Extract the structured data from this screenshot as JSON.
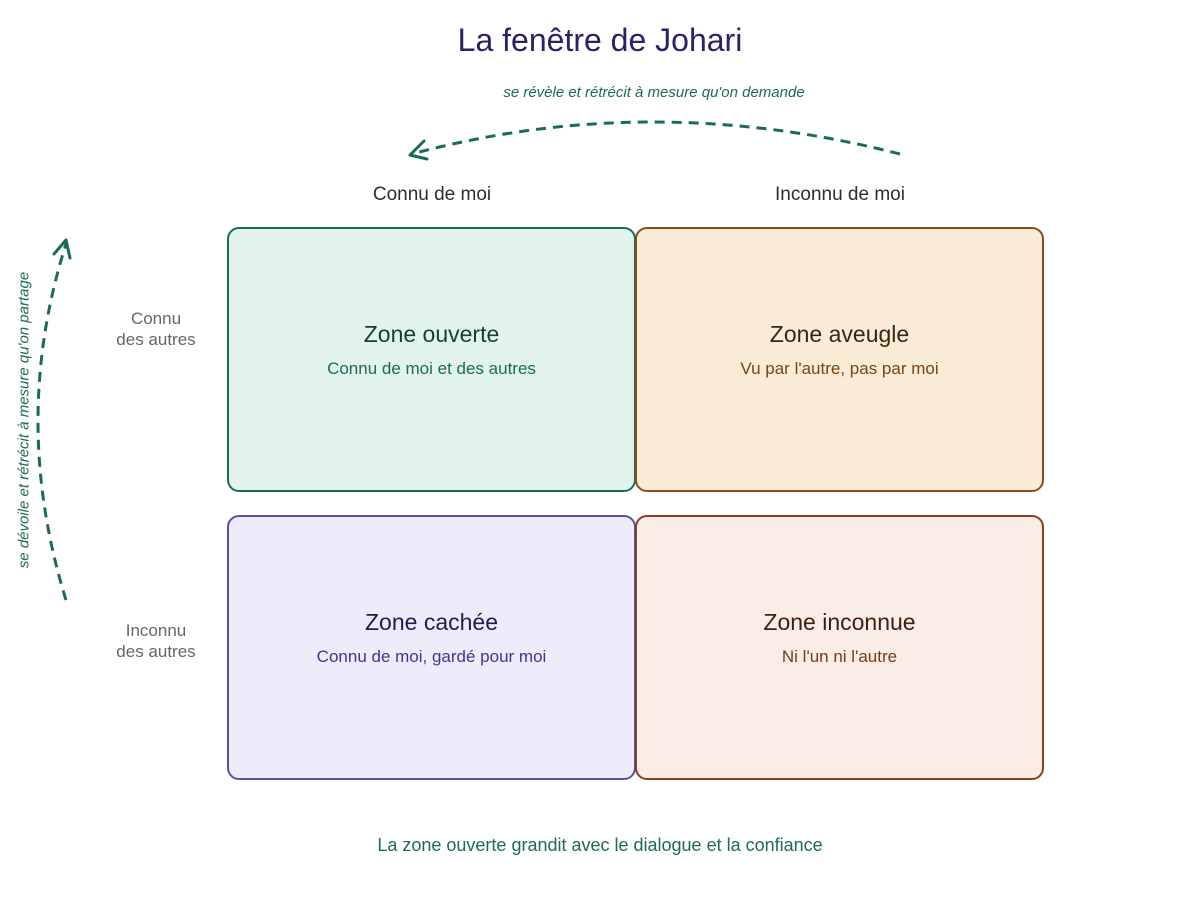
{
  "title": "La fenêtre de Johari",
  "top_arrow_label": "se révèle et rétrécit à mesure qu'on demande",
  "side_arrow_label": "se dévoile et rétrécit à mesure qu'on partage",
  "column_headers": [
    "Connu de moi",
    "Inconnu de moi"
  ],
  "row_headers": [
    {
      "line1": "Connu",
      "line2": "des autres"
    },
    {
      "line1": "Inconnu",
      "line2": "des autres"
    }
  ],
  "zones": [
    {
      "title": "Zone ouverte",
      "subtitle": "Connu de moi et des autres",
      "fill": "#e1f3ec",
      "border": "#1c6b53",
      "title_color": "#163f33",
      "text_color": "#1c6b53"
    },
    {
      "title": "Zone aveugle",
      "subtitle": "Vu par l'autre, pas par moi",
      "fill": "#faecd7",
      "border": "#8a4d1c",
      "title_color": "#3d240c",
      "text_color": "#7a4314"
    },
    {
      "title": "Zone cachée",
      "subtitle": "Connu de moi, gardé pour moi",
      "fill": "#eeecfb",
      "border": "#5a4fa8",
      "title_color": "#221b52",
      "text_color": "#3e3690"
    },
    {
      "title": "Zone inconnue",
      "subtitle": "Ni l'un ni l'autre",
      "fill": "#faece6",
      "border": "#8a3f22",
      "title_color": "#3d1f10",
      "text_color": "#7a3a18"
    }
  ],
  "footer": "La zone ouverte grandit avec le dialogue et la confiance",
  "arrow_color": "#1c6b53"
}
